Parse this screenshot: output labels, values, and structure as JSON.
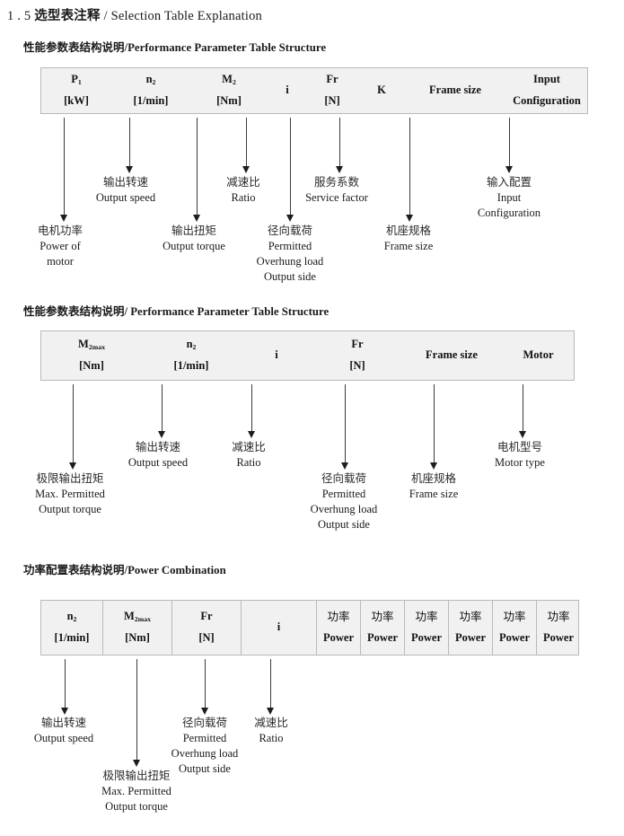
{
  "document": {
    "section_number": "1 . 5",
    "title_cn": "选型表注释",
    "separator": "/",
    "title_en": "Selection Table Explanation"
  },
  "sections": [
    {
      "id": "performance-parameter-1",
      "heading_cn": "性能参数表结构说明",
      "heading_sep": "/",
      "heading_en": "Performance Parameter Table Structure",
      "table": {
        "divided": false,
        "columns": [
          {
            "line1": "P",
            "line1_sub": "1",
            "line2": "[kW]"
          },
          {
            "line1": "n",
            "line1_sub": "2",
            "line2": "[1/min]"
          },
          {
            "line1": "M",
            "line1_sub": "2",
            "line2": "[Nm]"
          },
          {
            "line1": "i",
            "line1_sub": "",
            "line2": ""
          },
          {
            "line1": "Fr",
            "line1_sub": "",
            "line2": "[N]"
          },
          {
            "line1": "K",
            "line1_sub": "",
            "line2": ""
          },
          {
            "line1": "Frame size",
            "line1_sub": "",
            "line2": ""
          },
          {
            "line1": "Input",
            "line1_sub": "",
            "line2": "Configuration"
          }
        ]
      },
      "annotations": [
        {
          "cn": "电机功率",
          "en": [
            "Power of",
            "motor"
          ]
        },
        {
          "cn": "输出转速",
          "en": [
            "Output speed"
          ]
        },
        {
          "cn": "输出扭矩",
          "en": [
            "Output torque"
          ]
        },
        {
          "cn": "减速比",
          "en": [
            "Ratio"
          ]
        },
        {
          "cn": "径向载荷",
          "en": [
            "Permitted",
            "Overhung load",
            "Output side"
          ]
        },
        {
          "cn": "服务系数",
          "en": [
            "Service factor"
          ]
        },
        {
          "cn": "机座规格",
          "en": [
            "Frame size"
          ]
        },
        {
          "cn": "输入配置",
          "en": [
            "Input",
            "Configuration"
          ]
        }
      ]
    },
    {
      "id": "performance-parameter-2",
      "heading_cn": "性能参数表结构说明",
      "heading_sep": "/",
      "heading_en": "Performance Parameter Table Structure",
      "table": {
        "divided": false,
        "columns": [
          {
            "line1": "M",
            "line1_sub": "2max",
            "line2": "[Nm]"
          },
          {
            "line1": "n",
            "line1_sub": "2",
            "line2": "[1/min]"
          },
          {
            "line1": "i",
            "line1_sub": "",
            "line2": ""
          },
          {
            "line1": "Fr",
            "line1_sub": "",
            "line2": "[N]"
          },
          {
            "line1": "Frame size",
            "line1_sub": "",
            "line2": ""
          },
          {
            "line1": "Motor",
            "line1_sub": "",
            "line2": ""
          }
        ]
      },
      "annotations": [
        {
          "cn": "极限输出扭矩",
          "en": [
            "Max. Permitted",
            "Output  torque"
          ]
        },
        {
          "cn": "输出转速",
          "en": [
            "Output speed"
          ]
        },
        {
          "cn": "减速比",
          "en": [
            "Ratio"
          ]
        },
        {
          "cn": "径向载荷",
          "en": [
            "Permitted",
            "Overhung load",
            "Output side"
          ]
        },
        {
          "cn": "机座规格",
          "en": [
            "Frame size"
          ]
        },
        {
          "cn": "电机型号",
          "en": [
            "Motor type"
          ]
        }
      ]
    },
    {
      "id": "power-combination",
      "heading_cn": "功率配置表结构说明",
      "heading_sep": "/",
      "heading_en": "Power Combination",
      "table": {
        "divided": true,
        "columns": [
          {
            "line1": "n",
            "line1_sub": "2",
            "line2": "[1/min]"
          },
          {
            "line1": "M",
            "line1_sub": "2max",
            "line2": "[Nm]"
          },
          {
            "line1": "Fr",
            "line1_sub": "",
            "line2": "[N]"
          },
          {
            "line1": "i",
            "line1_sub": "",
            "line2": ""
          },
          {
            "line1_cjk": "功率",
            "line2": "Power"
          },
          {
            "line1_cjk": "功率",
            "line2": "Power"
          },
          {
            "line1_cjk": "功率",
            "line2": "Power"
          },
          {
            "line1_cjk": "功率",
            "line2": "Power"
          },
          {
            "line1_cjk": "功率",
            "line2": "Power"
          },
          {
            "line1_cjk": "功率",
            "line2": "Power"
          }
        ]
      },
      "annotations": [
        {
          "cn": "输出转速",
          "en": [
            "Output speed"
          ]
        },
        {
          "cn": "极限输出扭矩",
          "en": [
            "Max. Permitted",
            "Output  torque"
          ]
        },
        {
          "cn": "径向载荷",
          "en": [
            "Permitted",
            "Overhung load",
            "Output side"
          ]
        },
        {
          "cn": "减速比",
          "en": [
            "Ratio"
          ]
        }
      ]
    }
  ],
  "colors": {
    "table_fill": "#f1f1f1",
    "table_border": "#b9b9b9",
    "arrow": "#3a3a3a",
    "text": "#1a1a1a"
  }
}
